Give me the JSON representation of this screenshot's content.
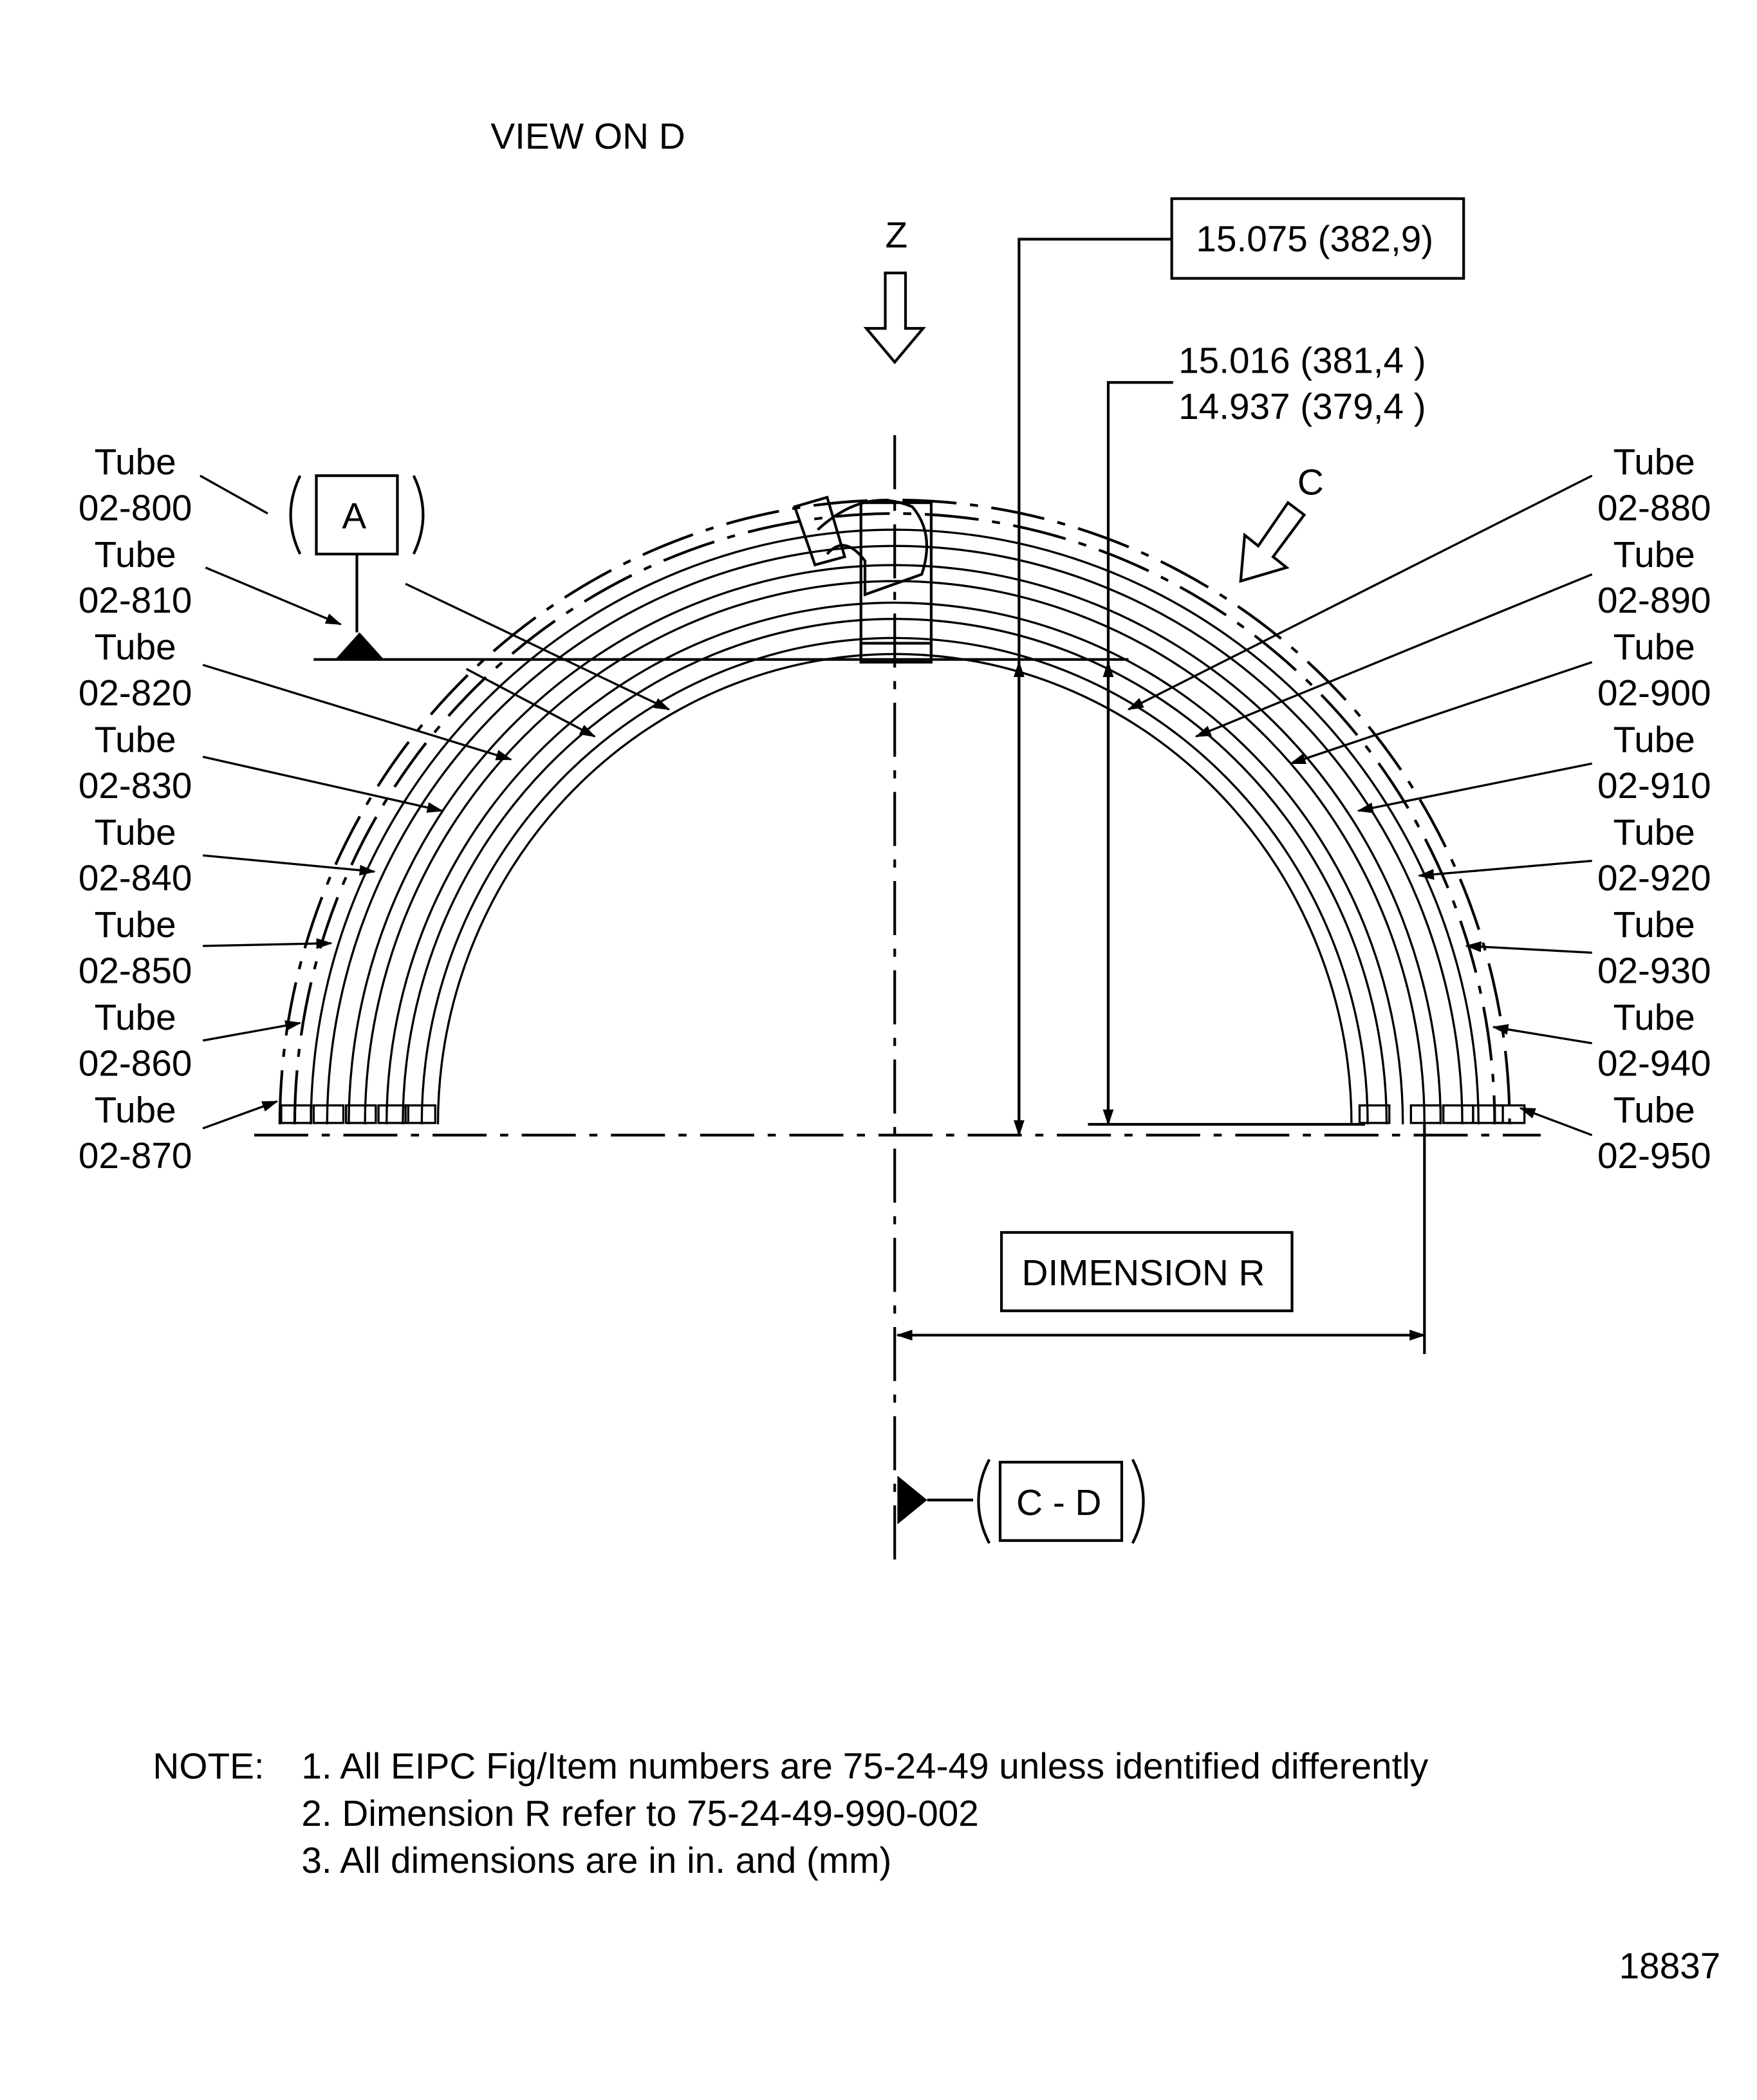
{
  "view_title": "VIEW ON D",
  "view_arrows": {
    "z": "Z",
    "c": "C"
  },
  "datums": {
    "a": "A",
    "cd": "C - D"
  },
  "dimensions": {
    "outer_box": "15.075 (382,9)",
    "upper_line1": "15.016   (381,4 )",
    "upper_line2": "14.937   (379,4 )",
    "dimension_r": "DIMENSION R"
  },
  "tubes_left": [
    {
      "word": "Tube",
      "number": "02-800"
    },
    {
      "word": "Tube",
      "number": "02-810"
    },
    {
      "word": "Tube",
      "number": "02-820"
    },
    {
      "word": "Tube",
      "number": "02-830"
    },
    {
      "word": "Tube",
      "number": "02-840"
    },
    {
      "word": "Tube",
      "number": "02-850"
    },
    {
      "word": "Tube",
      "number": "02-860"
    },
    {
      "word": "Tube",
      "number": "02-870"
    }
  ],
  "tubes_right": [
    {
      "word": "Tube",
      "number": "02-880"
    },
    {
      "word": "Tube",
      "number": "02-890"
    },
    {
      "word": "Tube",
      "number": "02-900"
    },
    {
      "word": "Tube",
      "number": "02-910"
    },
    {
      "word": "Tube",
      "number": "02-920"
    },
    {
      "word": "Tube",
      "number": "02-930"
    },
    {
      "word": "Tube",
      "number": "02-940"
    },
    {
      "word": "Tube",
      "number": "02-950"
    }
  ],
  "notes": {
    "heading": "NOTE:",
    "items": [
      "1. All EIPC Fig/Item numbers are 75-24-49 unless identified differently",
      "2. Dimension R refer to 75-24-49-990-002",
      "3. All dimensions are in in. and (mm)"
    ]
  },
  "figure_number": "18837"
}
